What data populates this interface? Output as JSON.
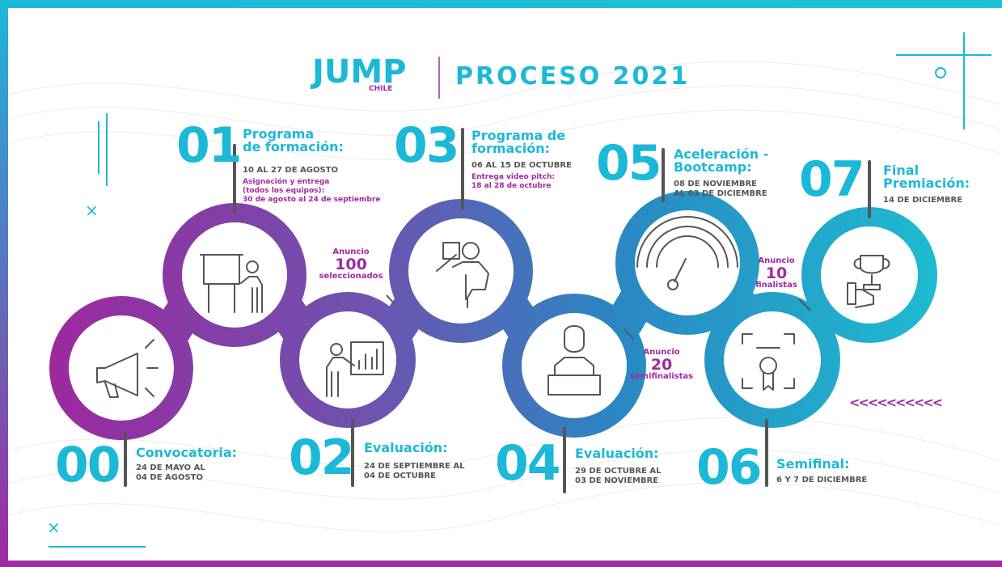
{
  "header": {
    "logo_text": "JUMP",
    "logo_sub": "CHILE",
    "title": "PROCESO 2021"
  },
  "colors": {
    "cyan": "#1cb8d8",
    "magenta": "#a02aa0",
    "gray": "#555555"
  },
  "stages": [
    {
      "num": "00",
      "title": "Convocatoria:",
      "dates": [
        "24 DE MAYO AL",
        "04 DE AGOSTO"
      ],
      "icon": "megaphone-icon"
    },
    {
      "num": "01",
      "title": "Programa de formación:",
      "title_lines": [
        "Programa",
        "de formación:"
      ],
      "dates": [
        "10 AL 27 DE AGOSTO"
      ],
      "notes": [
        "Asignación y entrega",
        "(todos los equipos):",
        "30 de agosto al 24 de septiembre"
      ],
      "icon": "presenter-board-icon"
    },
    {
      "num": "02",
      "title": "Evaluación:",
      "dates": [
        "24 DE SEPTIEMBRE AL",
        "04 DE OCTUBRE"
      ],
      "icon": "presentation-chart-icon"
    },
    {
      "num": "03",
      "title_lines": [
        "Programa de",
        "formación:"
      ],
      "dates": [
        "06 AL 15 DE OCTUBRE"
      ],
      "notes": [
        "Entrega video pitch:",
        "18 al 28 de octubre"
      ],
      "icon": "teacher-pointer-icon"
    },
    {
      "num": "04",
      "title": "Evaluación:",
      "dates": [
        "29 DE OCTUBRE AL",
        "03 DE NOVIEMBRE"
      ],
      "icon": "person-laptop-icon"
    },
    {
      "num": "05",
      "title_lines": [
        "Aceleración -",
        "Bootcamp:"
      ],
      "dates": [
        "08 DE NOVIEMBRE",
        "AL 03 DE DICIEMBRE"
      ],
      "icon": "speedometer-icon"
    },
    {
      "num": "06",
      "title": "Semifinal:",
      "dates": [
        "6 Y 7 DE DICIEMBRE"
      ],
      "icon": "certificate-icon"
    },
    {
      "num": "07",
      "title_lines": [
        "Final",
        "Premiación:"
      ],
      "dates": [
        "14 DE DICIEMBRE"
      ],
      "icon": "trophy-hand-icon"
    }
  ],
  "announcements": [
    {
      "word": "Anuncio",
      "number": "100",
      "label": "seleccionados"
    },
    {
      "word": "Anuncio",
      "number": "20",
      "label": "semifinalistas"
    },
    {
      "word": "Anuncio",
      "number": "10",
      "label": "finalistas"
    }
  ],
  "decor": {
    "chevrons": "<<<<<<<<<<",
    "cross": "×"
  }
}
